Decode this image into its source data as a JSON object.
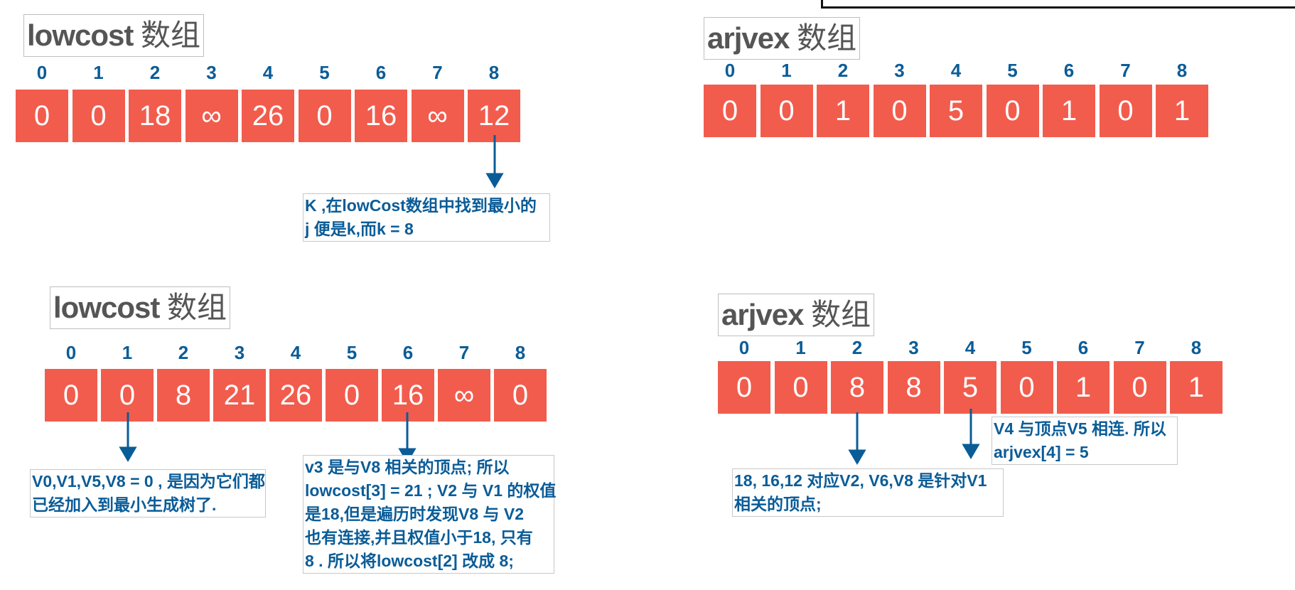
{
  "panels": {
    "top_left": {
      "title_en": "lowcost",
      "title_cn": "数组",
      "indices": [
        "0",
        "1",
        "2",
        "3",
        "4",
        "5",
        "6",
        "7",
        "8"
      ],
      "values": [
        "0",
        "0",
        "18",
        "∞",
        "26",
        "0",
        "16",
        "∞",
        "12"
      ]
    },
    "top_right": {
      "title_en": "arjvex",
      "title_cn": "数组",
      "indices": [
        "0",
        "1",
        "2",
        "3",
        "4",
        "5",
        "6",
        "7",
        "8"
      ],
      "values": [
        "0",
        "0",
        "1",
        "0",
        "5",
        "0",
        "1",
        "0",
        "1"
      ]
    },
    "bottom_left": {
      "title_en": "lowcost",
      "title_cn": "数组",
      "indices": [
        "0",
        "1",
        "2",
        "3",
        "4",
        "5",
        "6",
        "7",
        "8"
      ],
      "values": [
        "0",
        "0",
        "8",
        "21",
        "26",
        "0",
        "16",
        "∞",
        "0"
      ]
    },
    "bottom_right": {
      "title_en": "arjvex",
      "title_cn": "数组",
      "indices": [
        "0",
        "1",
        "2",
        "3",
        "4",
        "5",
        "6",
        "7",
        "8"
      ],
      "values": [
        "0",
        "0",
        "8",
        "8",
        "5",
        "0",
        "1",
        "0",
        "1"
      ]
    }
  },
  "notes": {
    "k_note": [
      "K ,在lowCost数组中找到最小的",
      "j 便是k,而k = 8"
    ],
    "v0_note": [
      "V0,V1,V5,V8 = 0 , 是因为它们都",
      "已经加入到最小生成树了."
    ],
    "v3_note": [
      "v3 是与V8 相关的顶点; 所以",
      "lowcost[3] = 21 ; V2 与 V1 的权值",
      "是18,但是遍历时发现V8 与 V2",
      "也有连接,并且权值小于18, 只有",
      "8 . 所以将lowcost[2] 改成 8;"
    ],
    "v4_note": [
      "V4 与顶点V5 相连. 所以",
      "arjvex[4] = 5"
    ],
    "v2_note": [
      "18, 16,12  对应V2, V6,V8 是针对V1",
      "相关的顶点;"
    ]
  },
  "colors": {
    "cell": "#f25c4d",
    "accent": "#0a5c97",
    "title": "#555555"
  }
}
